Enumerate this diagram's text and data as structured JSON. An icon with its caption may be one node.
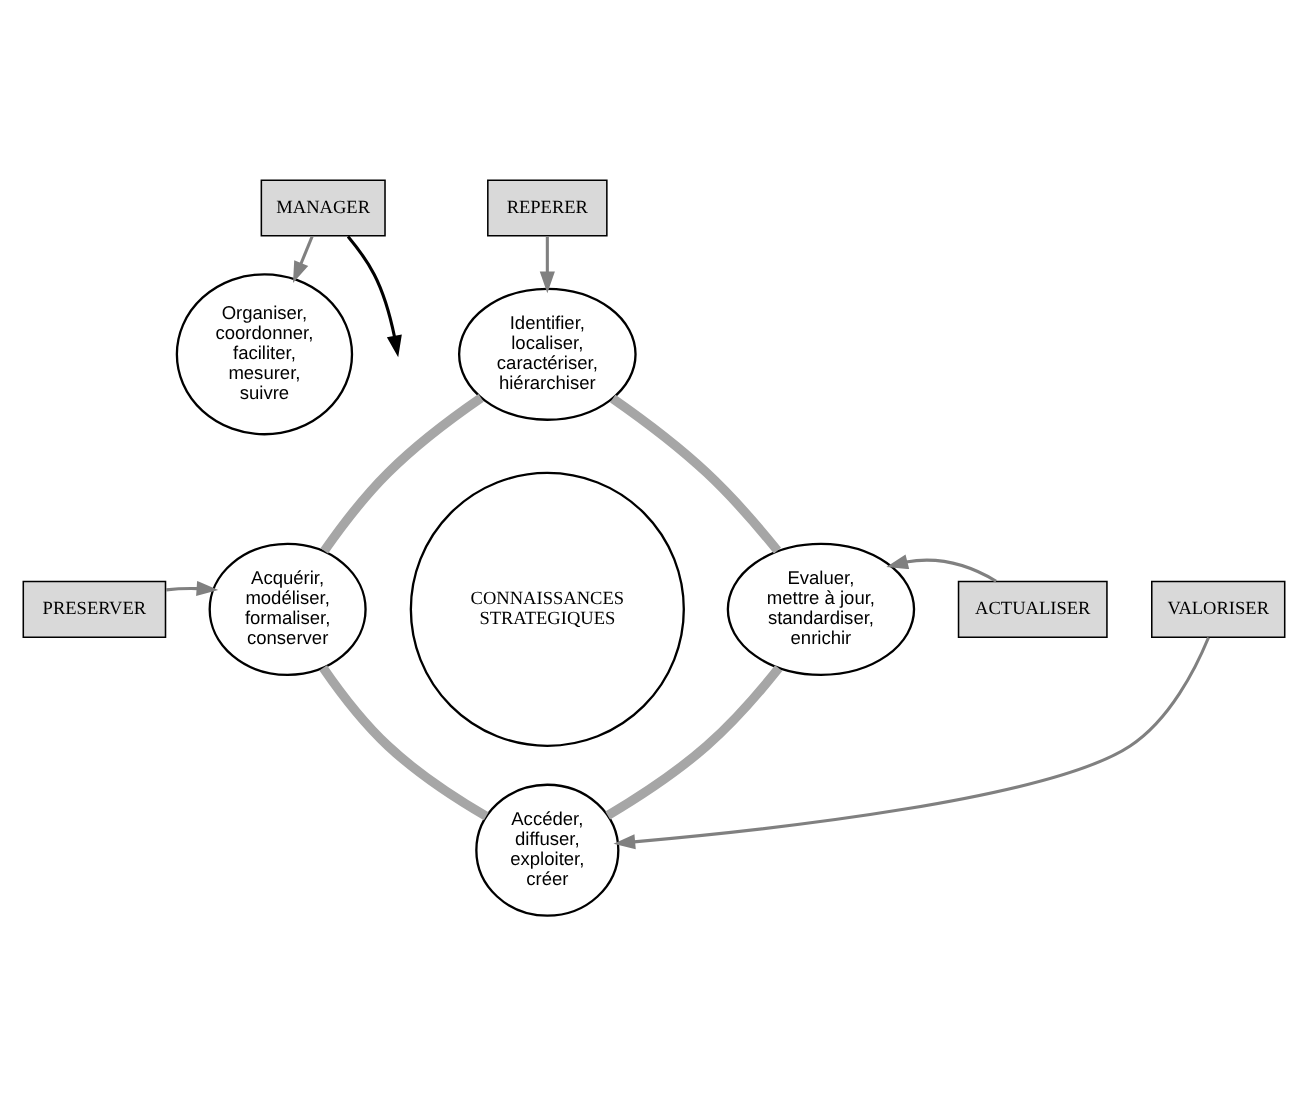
{
  "diagram": {
    "nodes": [
      {
        "text": [
          "MANAGER"
        ]
      },
      {
        "text": [
          "Organiser, coordonner, faciliter, mesurer, suivre"
        ]
      },
      {
        "text": [
          "REPERER"
        ]
      },
      {
        "text": [
          "Identifier, localiser, caractériser, hiérarchiser"
        ]
      },
      {
        "text": [
          "PRESERVER"
        ]
      },
      {
        "text": [
          "Acquérir, modéliser, formaliser, conserver"
        ]
      },
      {
        "text": [
          "CONNAISSANCES STRATEGIQUES"
        ]
      },
      {
        "text": [
          "Evaluer, mettre à jour, standardiser, enrichir"
        ]
      },
      {
        "text": [
          "ACTUALISER"
        ]
      },
      {
        "text": [
          "Accéder, diffuser, exploiter, créer"
        ]
      },
      {
        "text": [
          "VALORISER"
        ]
      }
    ],
    "edges": [
      {
        "from": 0,
        "to": 1,
        "arrow": "to"
      },
      {
        "from": 0,
        "to": null,
        "arrow": "to",
        "color": "#000000"
      },
      {
        "from": 2,
        "to": 3,
        "arrow": "to"
      },
      {
        "from": 4,
        "to": 5,
        "arrow": "to"
      },
      {
        "from": 8,
        "to": 7,
        "arrow": "to"
      },
      {
        "from": 10,
        "to": 9,
        "arrow": "to"
      },
      {
        "from": 3,
        "to": 7,
        "arrow": "none",
        "style": "thick",
        "color": "#a6a6a6"
      },
      {
        "from": 7,
        "to": 9,
        "arrow": "none",
        "style": "thick",
        "color": "#a6a6a6"
      },
      {
        "from": 9,
        "to": 5,
        "arrow": "none",
        "style": "thick",
        "color": "#a6a6a6"
      },
      {
        "from": 5,
        "to": 3,
        "arrow": "none",
        "style": "thick",
        "color": "#a6a6a6"
      }
    ]
  }
}
